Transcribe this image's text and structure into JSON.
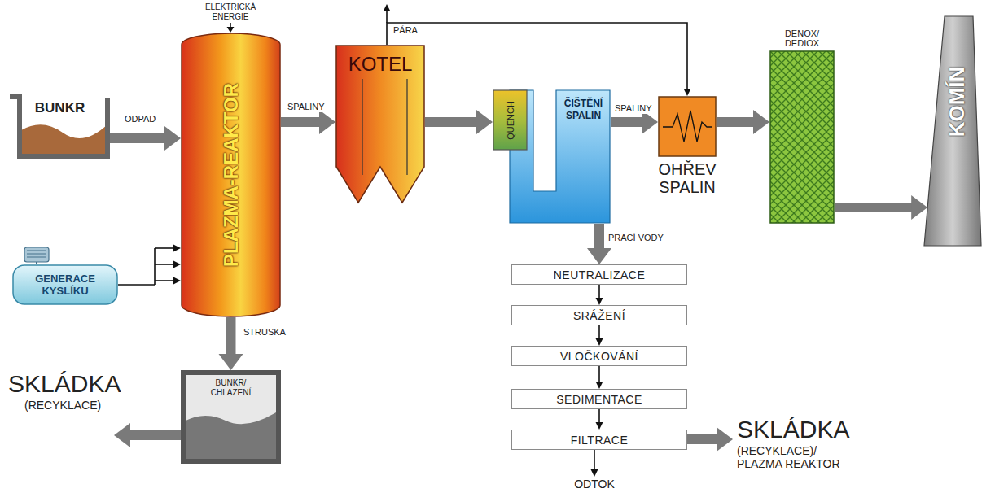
{
  "diagram": {
    "nodes": [
      {
        "text": [
          "BUNKR"
        ]
      },
      {
        "text": [
          "PLAZMA-REAKTOR"
        ]
      },
      {
        "text": [
          "GENERACE KYSLÍKU"
        ]
      },
      {
        "text": [
          "KOTEL"
        ]
      },
      {
        "text": [
          "QUENCH"
        ]
      },
      {
        "text": [
          "ČIŠTĚNÍ SPALIN"
        ]
      },
      {
        "text": [
          "OHŘEV SPALIN"
        ]
      },
      {
        "text": [
          "DENOX/ DEDIOX"
        ]
      },
      {
        "text": [
          "KOMÍN"
        ]
      },
      {
        "text": [
          "NEUTRALIZACE"
        ]
      },
      {
        "text": [
          "SRÁŽENÍ"
        ]
      },
      {
        "text": [
          "VLOČKOVÁNÍ"
        ]
      },
      {
        "text": [
          "SEDIMENTACE"
        ]
      },
      {
        "text": [
          "FILTRACE"
        ]
      },
      {
        "text": [
          "BUNKR/ CHLAZENÍ"
        ]
      }
    ],
    "edges": [
      {
        "from": 0,
        "to": 1,
        "arrow": "to",
        "label": "ODPAD"
      },
      {
        "from": 2,
        "to": 1,
        "arrow": "to"
      },
      {
        "from": 1,
        "to": 3,
        "arrow": "to",
        "label": "SPALINY"
      },
      {
        "from": 3,
        "to": 6,
        "arrow": "to",
        "label": "PÁRA"
      },
      {
        "from": 3,
        "to": 4,
        "arrow": "to"
      },
      {
        "from": 5,
        "to": 6,
        "arrow": "to",
        "label": "SPALINY"
      },
      {
        "from": 6,
        "to": 7,
        "arrow": "to"
      },
      {
        "from": 7,
        "to": 8,
        "arrow": "to"
      },
      {
        "from": 1,
        "to": 14,
        "arrow": "to",
        "label": "STRUSKA"
      },
      {
        "from": 5,
        "to": 9,
        "arrow": "to",
        "label": "PRACÍ VODY"
      },
      {
        "from": 9,
        "to": 10,
        "arrow": "to"
      },
      {
        "from": 10,
        "to": 11,
        "arrow": "to"
      },
      {
        "from": 11,
        "to": 12,
        "arrow": "to"
      },
      {
        "from": 12,
        "to": 13,
        "arrow": "to"
      }
    ],
    "labels": [
      "ELEKTRICKÁ ENERGIE",
      "SKLÁDKA",
      "(RECYKLACE)",
      "SKLÁDKA",
      "(RECYKLACE)/ PLAZMA REAKTOR",
      "ODTOK"
    ]
  }
}
